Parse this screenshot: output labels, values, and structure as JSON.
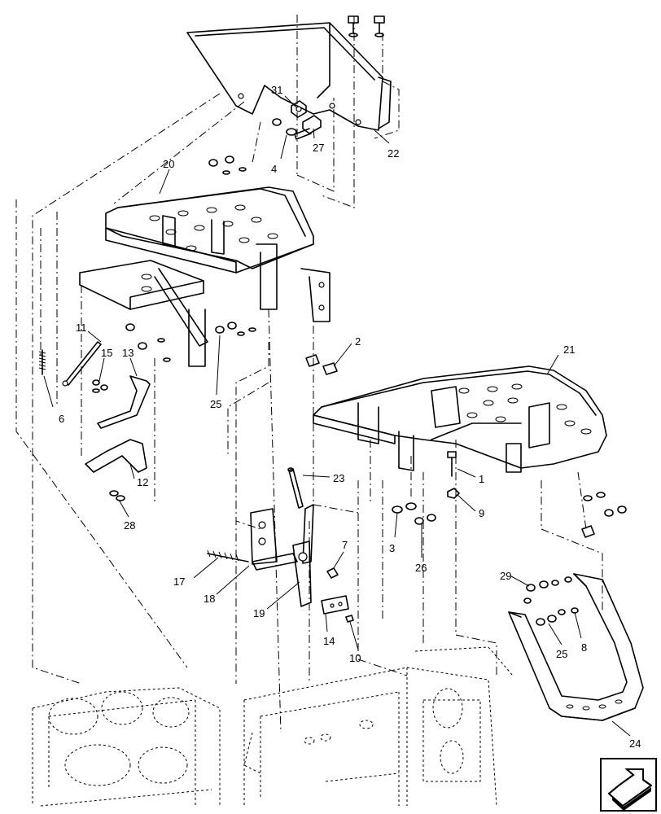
{
  "diagram": {
    "callouts": [
      {
        "id": "c31",
        "label": "31"
      },
      {
        "id": "c27",
        "label": "27"
      },
      {
        "id": "c4",
        "label": "4"
      },
      {
        "id": "c22",
        "label": "22"
      },
      {
        "id": "c20",
        "label": "20"
      },
      {
        "id": "c11",
        "label": "11"
      },
      {
        "id": "c15",
        "label": "15"
      },
      {
        "id": "c13",
        "label": "13"
      },
      {
        "id": "c6",
        "label": "6"
      },
      {
        "id": "c12",
        "label": "12"
      },
      {
        "id": "c28",
        "label": "28"
      },
      {
        "id": "c25a",
        "label": "25"
      },
      {
        "id": "c2",
        "label": "2"
      },
      {
        "id": "c21",
        "label": "21"
      },
      {
        "id": "c23",
        "label": "23"
      },
      {
        "id": "c1",
        "label": "1"
      },
      {
        "id": "c9",
        "label": "9"
      },
      {
        "id": "c3",
        "label": "3"
      },
      {
        "id": "c26",
        "label": "26"
      },
      {
        "id": "c7",
        "label": "7"
      },
      {
        "id": "c17",
        "label": "17"
      },
      {
        "id": "c18",
        "label": "18"
      },
      {
        "id": "c19",
        "label": "19"
      },
      {
        "id": "c14",
        "label": "14"
      },
      {
        "id": "c10",
        "label": "10"
      },
      {
        "id": "c29",
        "label": "29"
      },
      {
        "id": "c25b",
        "label": "25"
      },
      {
        "id": "c8",
        "label": "8"
      },
      {
        "id": "c24",
        "label": "24"
      }
    ],
    "nav_icon": "page-forward-arrow-icon"
  }
}
